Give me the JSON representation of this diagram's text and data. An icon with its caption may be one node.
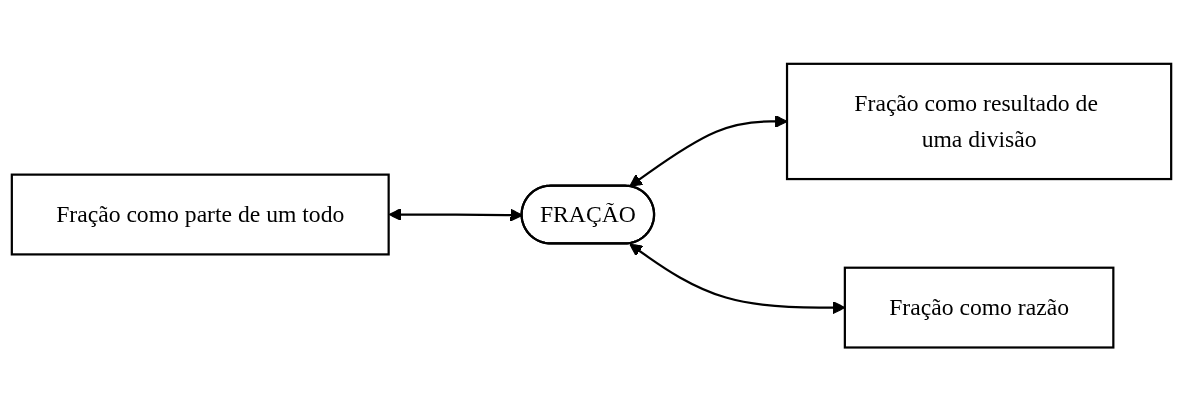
{
  "diagram": {
    "nodes": [
      {
        "text": [
          "Fração como resultado de uma divisão"
        ]
      },
      {
        "text": [
          "FRAÇÃO"
        ]
      },
      {
        "text": [
          "Fração como parte de um todo"
        ]
      },
      {
        "text": [
          "Fração como razão"
        ]
      }
    ],
    "edges": [
      {
        "from": 1,
        "to": 0,
        "arrow": "both"
      },
      {
        "from": 2,
        "to": 1,
        "arrow": "both"
      },
      {
        "from": 1,
        "to": 3,
        "arrow": "both"
      }
    ]
  }
}
